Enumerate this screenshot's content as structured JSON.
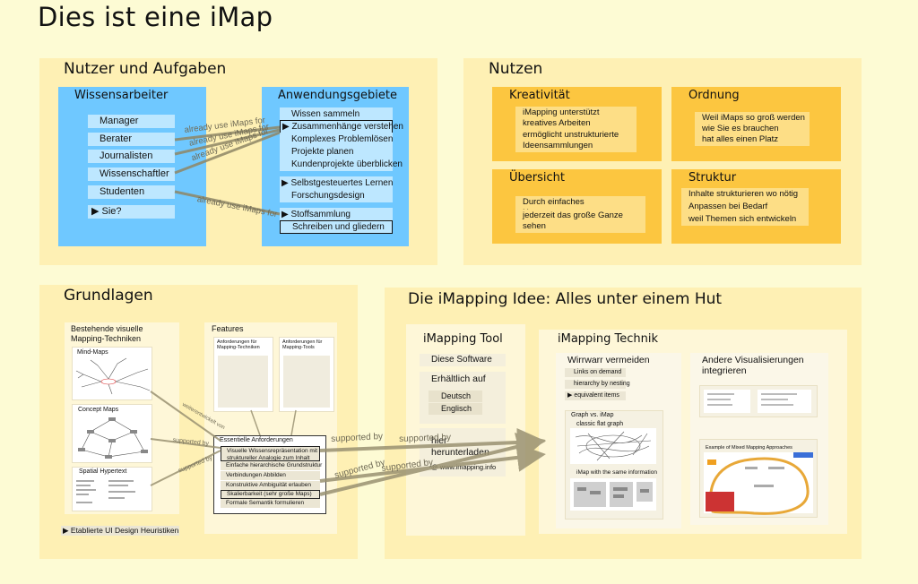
{
  "title": "Dies ist eine iMap",
  "nutzer": {
    "title": "Nutzer und Aufgaben",
    "wissensarbeiter": {
      "title": "Wissensarbeiter",
      "items": [
        "Manager",
        "Berater",
        "Journalisten",
        "Wissenschaftler",
        "Studenten",
        "▶ Sie?"
      ]
    },
    "anwendungsgebiete": {
      "title": "Anwendungsgebiete",
      "items": [
        "Wissen sammeln",
        "▶ Zusammenhänge verstehen",
        "Komplexes Problemlösen",
        "Projekte planen",
        "Kundenprojekte überblicken",
        "▶ Selbstgesteuertes Lernen",
        "Forschungsdesign",
        "▶ Stoffsammlung",
        "Schreiben und gliedern"
      ]
    },
    "link_label": "already use iMaps for"
  },
  "nutzen": {
    "title": "Nutzen",
    "kreativitaet": {
      "title": "Kreativität",
      "items": [
        "iMapping unterstützt kreatives Arbeiten",
        "ermöglicht unstrukturierte Ideensammlungen"
      ]
    },
    "ordnung": {
      "title": "Ordnung",
      "items": [
        "Weil iMaps so groß werden wie Sie es brauchen",
        "hat alles einen Platz"
      ]
    },
    "uebersicht": {
      "title": "Übersicht",
      "items": [
        "Durch einfaches Herauszoomen",
        "jederzeit das große Ganze sehen"
      ]
    },
    "struktur": {
      "title": "Struktur",
      "items": [
        "Inhalte strukturieren wo nötig",
        "Anpassen bei Bedarf",
        "weil Themen sich entwickeln"
      ]
    }
  },
  "grundlagen": {
    "title": "Grundlagen",
    "techniken": {
      "title": "Bestehende visuelle Mapping-Techniken",
      "mindmaps": "Mind-Maps",
      "conceptmaps": "Concept Maps",
      "hypertext": "Spatial Hypertext"
    },
    "heuristiken": "▶ Etablierte UI Design Heuristiken",
    "features": {
      "title": "Features",
      "anf_techniken": "Anforderungen für Mapping-Techniken",
      "anf_tools": "Anforderungen für Mapping-Tools",
      "essentielle": "Essentielle Anforderungen",
      "items": [
        "Visuelle Wissensrepräsentation mit struktureller Analogie zum Inhalt",
        "Einfache hierarchische Grundstruktur",
        "Verbindungen Abbilden",
        "Konstruktive Ambiguität erlauben",
        "Skalierbarkeit (sehr große Maps)",
        "Formale Semantik formulieren"
      ]
    },
    "link_label_a": "weiterentwickelt von",
    "link_label_b": "supported by"
  },
  "idee": {
    "title": "Die iMapping Idee: Alles unter einem Hut",
    "tool": {
      "title": "iMapping Tool",
      "software": "Diese Software",
      "erhaeltlich": "Erhältlich auf",
      "langs": [
        "Deutsch",
        "Englisch"
      ],
      "download_line1": "hier",
      "download_line2": "herunterladen",
      "url": "@ www.imapping.info"
    },
    "technik": {
      "title": "iMapping Technik",
      "wirrwarr": {
        "title": "Wirrwarr vermeiden",
        "items": [
          "Links on demand",
          "hierarchy by nesting",
          "▶ equivalent items"
        ],
        "graph_title": "Graph vs. iMap",
        "graph_sub": "classic flat graph",
        "imap_sub": "iMap with the same information"
      },
      "andere": {
        "title": "Andere Visualisierungen integrieren",
        "example": "Example of Mixed Mapping Approaches"
      }
    },
    "link_label": "supported by"
  },
  "colors": {
    "background": "#fdfbd4",
    "panel": "#fef0b4",
    "blue": "#6fc8ff",
    "orange": "#fcc640",
    "arrow": "#9a9272"
  }
}
